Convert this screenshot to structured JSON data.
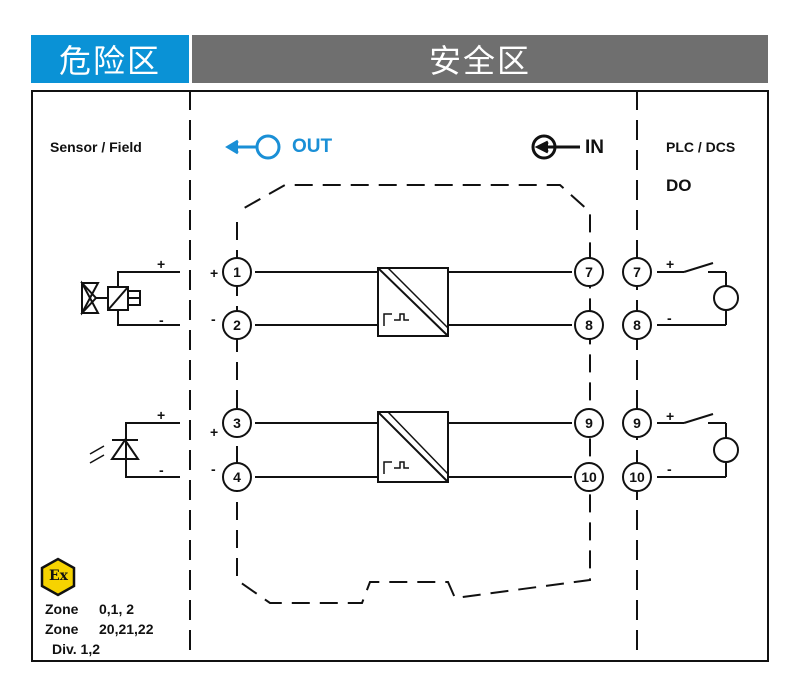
{
  "header": {
    "hazardous_zone": "危险区",
    "safe_zone": "安全区"
  },
  "left": {
    "title": "Sensor / Field"
  },
  "right": {
    "title": "PLC / DCS",
    "subtitle": "DO"
  },
  "direction": {
    "out": "OUT",
    "in": "IN"
  },
  "terminals": {
    "input_top": [
      "1",
      "2"
    ],
    "input_bottom": [
      "3",
      "4"
    ],
    "output_top": [
      "7",
      "8"
    ],
    "output_bottom": [
      "9",
      "10"
    ],
    "plc_top": [
      "7",
      "8"
    ],
    "plc_bottom": [
      "9",
      "10"
    ]
  },
  "polarity": {
    "plus": "+",
    "minus": "-"
  },
  "certification": {
    "ex_mark": "Ex",
    "zone_gas_label": "Zone",
    "zone_gas": "0,1, 2",
    "zone_dust_label": "Zone",
    "zone_dust": "20,21,22",
    "division": "Div. 1,2"
  },
  "colors": {
    "hazardous": "#0a92d6",
    "safe": "#6f6f6f",
    "accent": "#1a8fd6",
    "ex_yellow": "#f6d300"
  }
}
